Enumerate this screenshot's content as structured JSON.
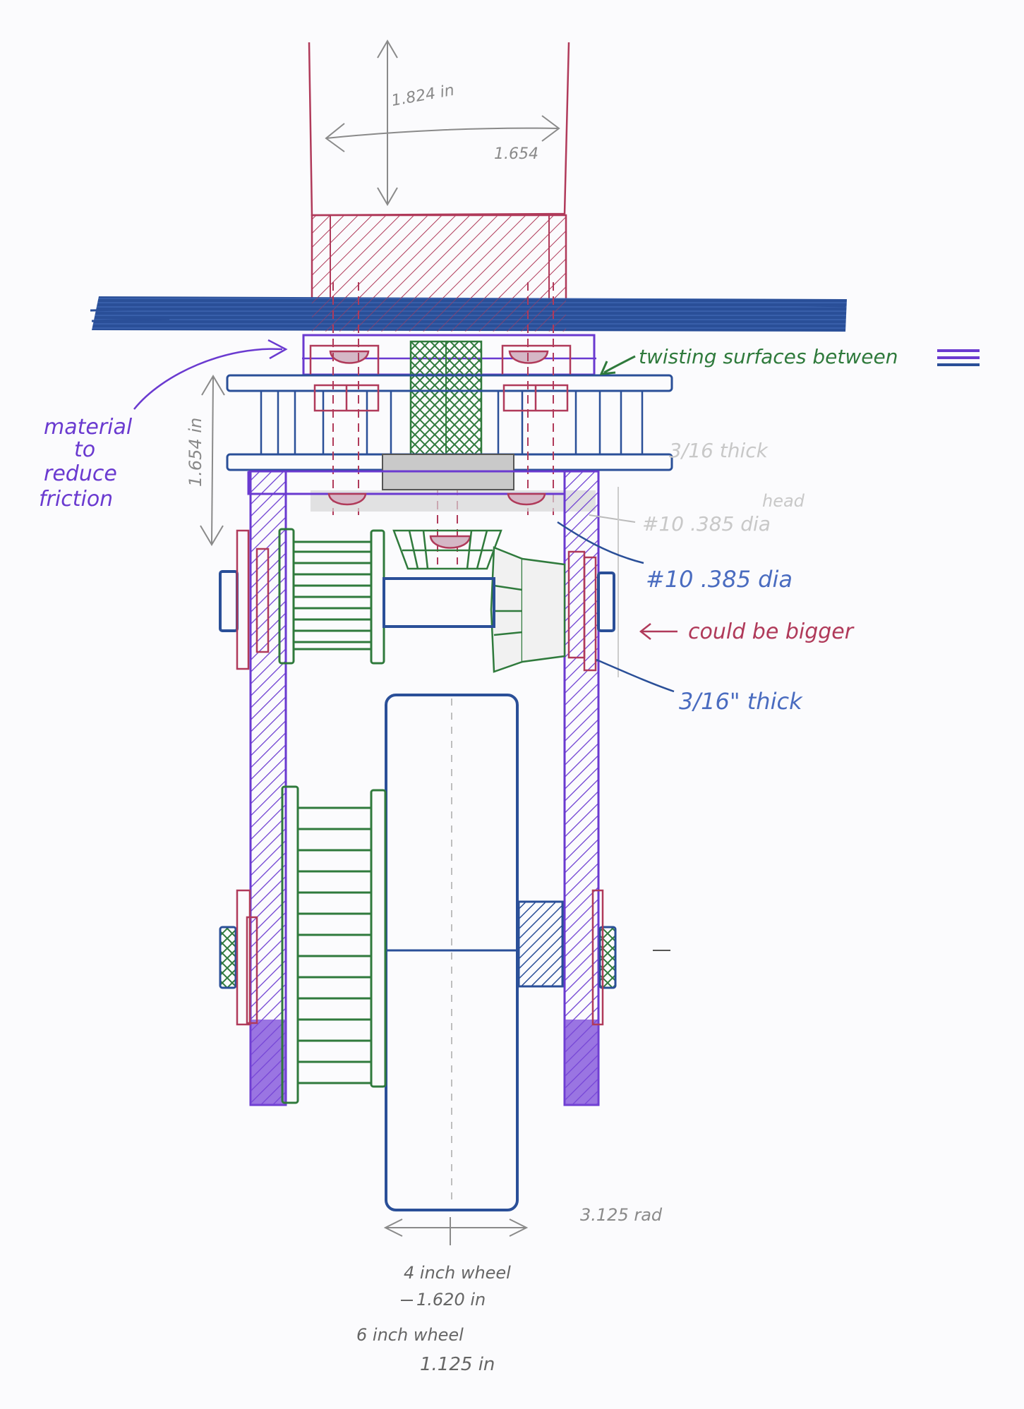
{
  "colors": {
    "red": "#b03a5a",
    "purple": "#6a3ad0",
    "green": "#2f7a3c",
    "blue": "#2a4f98",
    "gray": "#8a8a8a",
    "paper": "#fbfbfd"
  },
  "dimensions": {
    "tube_height": "1.824 in",
    "tube_width": "1.654",
    "frame_gap": "1.654 in",
    "plate_thickness_faint": "3/16 thick",
    "head_faint": "head",
    "bolt_faint": "#10 .385 dia",
    "wheel_radius": "3.125 rad",
    "wheel_4in_label": "4 inch wheel",
    "wheel_4in_value": "1.620 in",
    "wheel_6in_label": "6 inch wheel",
    "wheel_6in_value": "1.125 in"
  },
  "annotations": {
    "twisting": "twisting surfaces between",
    "material_line1": "material",
    "material_line2": "to",
    "material_line3": "reduce",
    "material_line4": "friction",
    "bolt": "#10 .385 dia",
    "bigger": "could be bigger",
    "thick": "3/16\" thick"
  }
}
